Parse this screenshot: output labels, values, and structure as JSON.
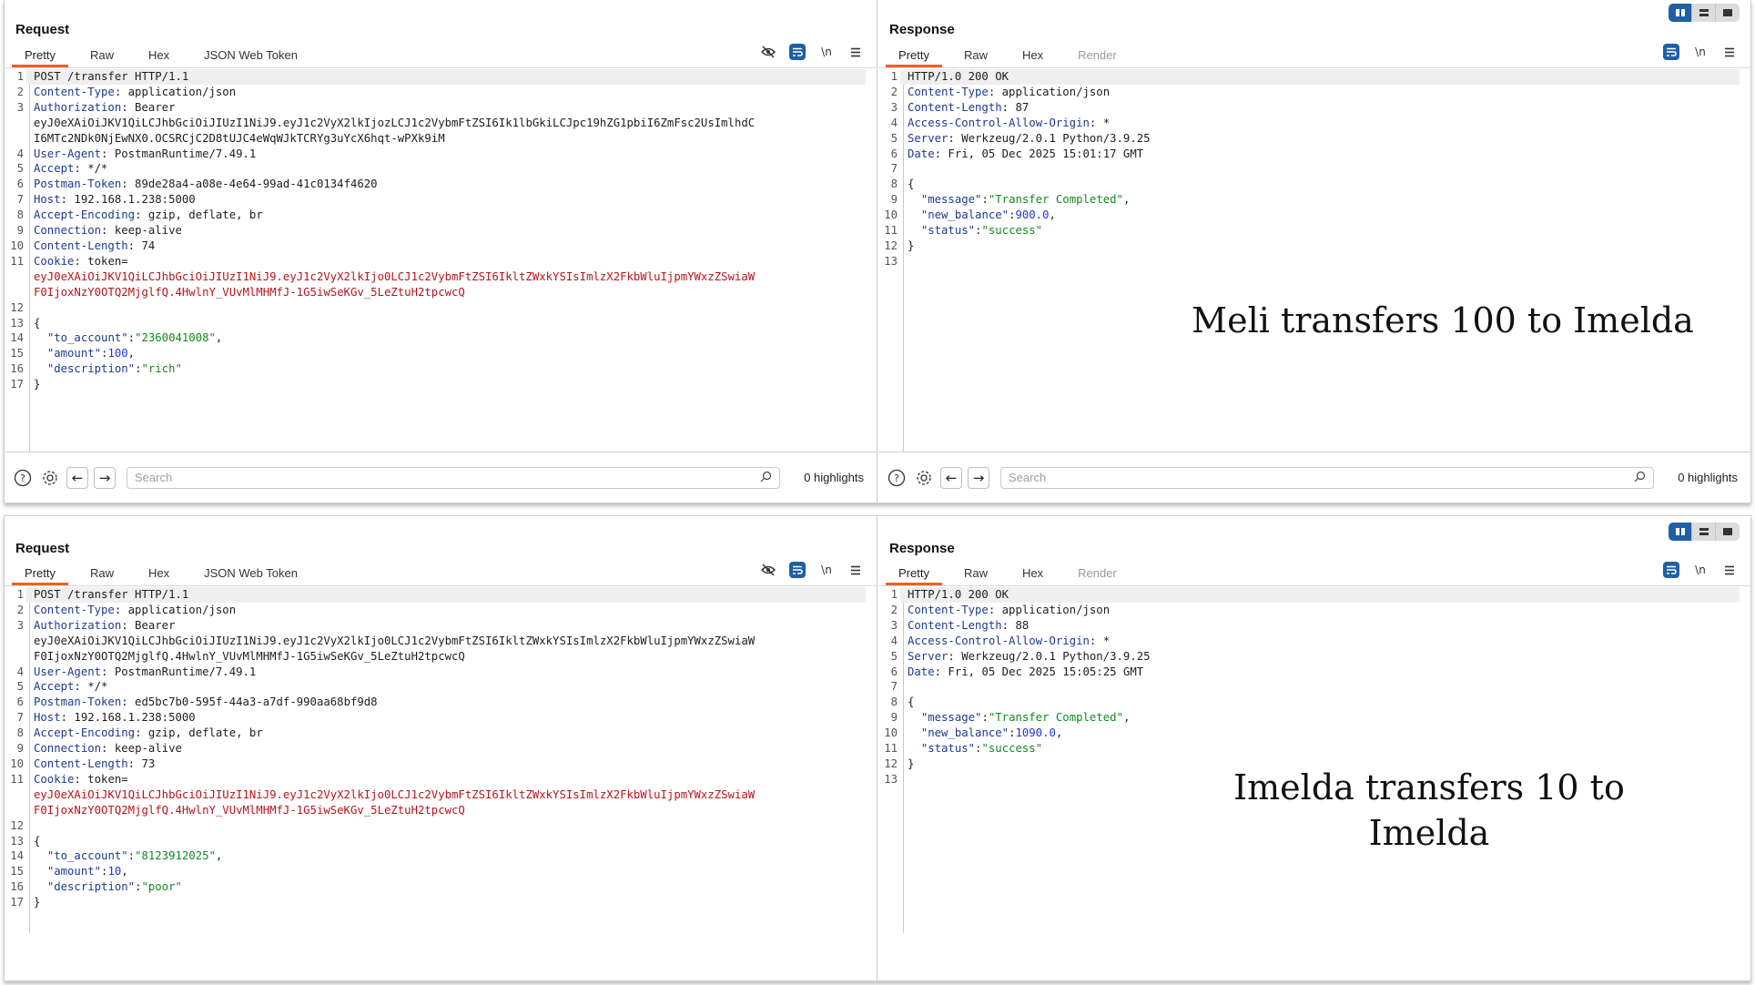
{
  "layout_toggle": {
    "options": [
      "side-by-side",
      "stacked",
      "single"
    ],
    "active": "side-by-side"
  },
  "screens": [
    {
      "request": {
        "title": "Request",
        "tabs": [
          "Pretty",
          "Raw",
          "Hex",
          "JSON Web Token"
        ],
        "active_tab": "Pretty",
        "lines": [
          {
            "n": "1",
            "text": "POST /transfer HTTP/1.1"
          },
          {
            "n": "2",
            "key": "Content-Type",
            "value": " application/json"
          },
          {
            "n": "3",
            "key": "Authorization",
            "value": " Bearer"
          },
          {
            "n": "",
            "cont": "eyJ0eXAiOiJKV1QiLCJhbGciOiJIUzI1NiJ9.eyJ1c2VyX2lkIjozLCJ1c2VybmFtZSI6Ik1lbGkiLCJpc19hZG1pbiI6ZmFsc2UsImlhdC"
          },
          {
            "n": "",
            "cont": "I6MTc2NDk0NjEwNX0.OCSRCjC2D8tUJC4eWqWJkTCRYg3uYcX6hqt-wPXk9iM"
          },
          {
            "n": "4",
            "key": "User-Agent",
            "value": " PostmanRuntime/7.49.1"
          },
          {
            "n": "5",
            "key": "Accept",
            "value": " */*"
          },
          {
            "n": "6",
            "key": "Postman-Token",
            "value": " 89de28a4-a08e-4e64-99ad-41c0134f4620"
          },
          {
            "n": "7",
            "key": "Host",
            "value": " 192.168.1.238:5000"
          },
          {
            "n": "8",
            "key": "Accept-Encoding",
            "value": " gzip, deflate, br"
          },
          {
            "n": "9",
            "key": "Connection",
            "value": " keep-alive"
          },
          {
            "n": "10",
            "key": "Content-Length",
            "value": " 74"
          },
          {
            "n": "11",
            "key": "Cookie",
            "value": " token="
          },
          {
            "n": "",
            "cookie": "eyJ0eXAiOiJKV1QiLCJhbGciOiJIUzI1NiJ9.eyJ1c2VyX2lkIjo0LCJ1c2VybmFtZSI6IkltZWxkYSIsImlzX2FkbWluIjpmYWxzZSwiaW"
          },
          {
            "n": "",
            "cookie": "F0IjoxNzY0OTQ2MjglfQ.4HwlnY_VUvMlMHMfJ-1G5iwSeKGv_5LeZtuH2tpcwcQ"
          },
          {
            "n": "12",
            "text": ""
          },
          {
            "n": "13",
            "text": "{"
          },
          {
            "n": "14",
            "jkey": "\"to_account\"",
            "jstr": "\"2360041008\"",
            "tail": ","
          },
          {
            "n": "15",
            "jkey": "\"amount\"",
            "jnum": "100",
            "tail": ","
          },
          {
            "n": "16",
            "jkey": "\"description\"",
            "jstr": "\"rich\"",
            "tail": ""
          },
          {
            "n": "17",
            "text": "}"
          }
        ],
        "search": {
          "placeholder": "Search",
          "value": "",
          "highlights": "0 highlights"
        }
      },
      "response": {
        "title": "Response",
        "tabs": [
          "Pretty",
          "Raw",
          "Hex",
          "Render"
        ],
        "active_tab": "Pretty",
        "lines": [
          {
            "n": "1",
            "text": "HTTP/1.0 200 OK"
          },
          {
            "n": "2",
            "key": "Content-Type",
            "value": " application/json"
          },
          {
            "n": "3",
            "key": "Content-Length",
            "value": " 87"
          },
          {
            "n": "4",
            "key": "Access-Control-Allow-Origin",
            "value": " *"
          },
          {
            "n": "5",
            "key": "Server",
            "value": " Werkzeug/2.0.1 Python/3.9.25"
          },
          {
            "n": "6",
            "key": "Date",
            "value": " Fri, 05 Dec 2025 15:01:17 GMT"
          },
          {
            "n": "7",
            "text": ""
          },
          {
            "n": "8",
            "text": "{"
          },
          {
            "n": "9",
            "jkey": "\"message\"",
            "jstr": "\"Transfer Completed\"",
            "tail": ","
          },
          {
            "n": "10",
            "jkey": "\"new_balance\"",
            "jnum": "900.0",
            "tail": ","
          },
          {
            "n": "11",
            "jkey": "\"status\"",
            "jstr": "\"success\"",
            "tail": ""
          },
          {
            "n": "12",
            "text": "}"
          },
          {
            "n": "13",
            "text": ""
          }
        ],
        "search": {
          "placeholder": "Search",
          "value": "",
          "highlights": "0 highlights"
        }
      },
      "annotation": "Meli transfers 100 to Imelda"
    },
    {
      "request": {
        "title": "Request",
        "tabs": [
          "Pretty",
          "Raw",
          "Hex",
          "JSON Web Token"
        ],
        "active_tab": "Pretty",
        "lines": [
          {
            "n": "1",
            "text": "POST /transfer HTTP/1.1"
          },
          {
            "n": "2",
            "key": "Content-Type",
            "value": " application/json"
          },
          {
            "n": "3",
            "key": "Authorization",
            "value": " Bearer"
          },
          {
            "n": "",
            "cont": "eyJ0eXAiOiJKV1QiLCJhbGciOiJIUzI1NiJ9.eyJ1c2VyX2lkIjo0LCJ1c2VybmFtZSI6IkltZWxkYSIsImlzX2FkbWluIjpmYWxzZSwiaW"
          },
          {
            "n": "",
            "cont": "F0IjoxNzY0OTQ2MjglfQ.4HwlnY_VUvMlMHMfJ-1G5iwSeKGv_5LeZtuH2tpcwcQ"
          },
          {
            "n": "4",
            "key": "User-Agent",
            "value": " PostmanRuntime/7.49.1"
          },
          {
            "n": "5",
            "key": "Accept",
            "value": " */*"
          },
          {
            "n": "6",
            "key": "Postman-Token",
            "value": " ed5bc7b0-595f-44a3-a7df-990aa68bf9d8"
          },
          {
            "n": "7",
            "key": "Host",
            "value": " 192.168.1.238:5000"
          },
          {
            "n": "8",
            "key": "Accept-Encoding",
            "value": " gzip, deflate, br"
          },
          {
            "n": "9",
            "key": "Connection",
            "value": " keep-alive"
          },
          {
            "n": "10",
            "key": "Content-Length",
            "value": " 73"
          },
          {
            "n": "11",
            "key": "Cookie",
            "value": " token="
          },
          {
            "n": "",
            "cookie": "eyJ0eXAiOiJKV1QiLCJhbGciOiJIUzI1NiJ9.eyJ1c2VyX2lkIjo0LCJ1c2VybmFtZSI6IkltZWxkYSIsImlzX2FkbWluIjpmYWxzZSwiaW"
          },
          {
            "n": "",
            "cookie": "F0IjoxNzY0OTQ2MjglfQ.4HwlnY_VUvMlMHMfJ-1G5iwSeKGv_5LeZtuH2tpcwcQ"
          },
          {
            "n": "12",
            "text": ""
          },
          {
            "n": "13",
            "text": "{"
          },
          {
            "n": "14",
            "jkey": "\"to_account\"",
            "jstr": "\"8123912025\"",
            "tail": ","
          },
          {
            "n": "15",
            "jkey": "\"amount\"",
            "jnum": "10",
            "tail": ","
          },
          {
            "n": "16",
            "jkey": "\"description\"",
            "jstr": "\"poor\"",
            "tail": ""
          },
          {
            "n": "17",
            "text": "}"
          }
        ],
        "search": {
          "placeholder": "Search",
          "value": "",
          "highlights": "0 highlights"
        }
      },
      "response": {
        "title": "Response",
        "tabs": [
          "Pretty",
          "Raw",
          "Hex",
          "Render"
        ],
        "active_tab": "Pretty",
        "lines": [
          {
            "n": "1",
            "text": "HTTP/1.0 200 OK"
          },
          {
            "n": "2",
            "key": "Content-Type",
            "value": " application/json"
          },
          {
            "n": "3",
            "key": "Content-Length",
            "value": " 88"
          },
          {
            "n": "4",
            "key": "Access-Control-Allow-Origin",
            "value": " *"
          },
          {
            "n": "5",
            "key": "Server",
            "value": " Werkzeug/2.0.1 Python/3.9.25"
          },
          {
            "n": "6",
            "key": "Date",
            "value": " Fri, 05 Dec 2025 15:05:25 GMT"
          },
          {
            "n": "7",
            "text": ""
          },
          {
            "n": "8",
            "text": "{"
          },
          {
            "n": "9",
            "jkey": "\"message\"",
            "jstr": "\"Transfer Completed\"",
            "tail": ","
          },
          {
            "n": "10",
            "jkey": "\"new_balance\"",
            "jnum": "1090.0",
            "tail": ","
          },
          {
            "n": "11",
            "jkey": "\"status\"",
            "jstr": "\"success\"",
            "tail": ""
          },
          {
            "n": "12",
            "text": "}"
          },
          {
            "n": "13",
            "text": ""
          }
        ],
        "search": {
          "placeholder": "Search",
          "value": "",
          "highlights": "0 highlights"
        }
      },
      "annotation": "Imelda transfers 10 to Imelda"
    }
  ],
  "colors": {
    "accent_tab": "#e8622a",
    "active_tool": "#1f5fa4",
    "header_key": "#1d3a8f",
    "cookie_token": "#b8141a",
    "json_string": "#118a1e",
    "json_number": "#2233dd"
  }
}
